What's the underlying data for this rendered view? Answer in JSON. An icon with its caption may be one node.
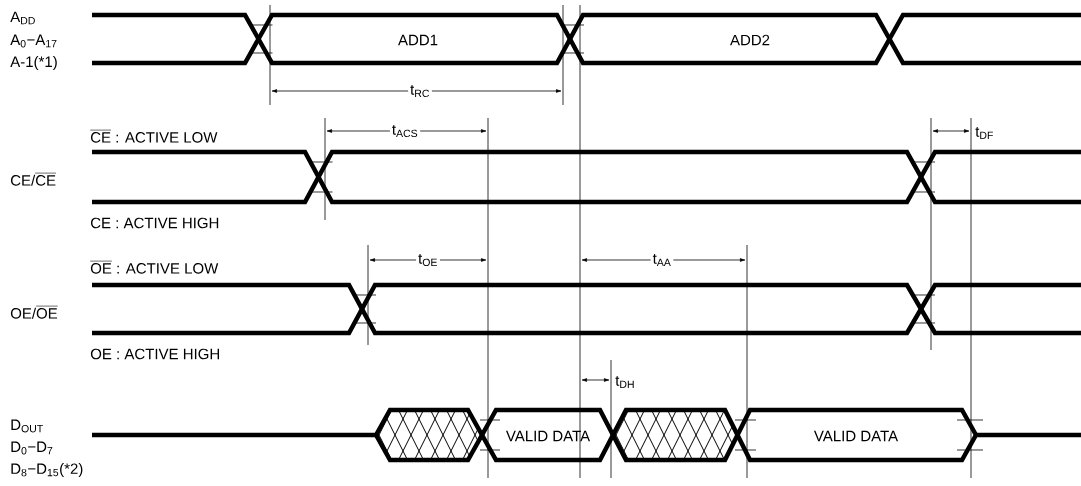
{
  "diagram": {
    "labels": [
      "A$_{DD}$",
      "A$_{0}$−A$_{17}$",
      "A-1(*1)",
      "ADD1",
      "ADD2",
      "t$_{RC}$",
      "\\overline{\\text{CE}}\\text{ : ACTIVE LOW}",
      "t$_{ACS}$",
      "t$_{DF}$",
      "\\text{CE/}\\overline{\\text{CE}}",
      "CE : ACTIVE HIGH",
      "\\overline{\\text{OE}}\\text{ : ACTIVE LOW}",
      "t$_{OE}$",
      "t$_{AA}$",
      "\\text{OE/}\\overline{\\text{OE}}",
      "OE : ACTIVE HIGH",
      "t$_{DH}$",
      "D$_{OUT}$",
      "D$_{0}$−D$_{7}$",
      "VALID DATA",
      "VALID DATA",
      "D$_{8}$−D$_{15}$(*2)"
    ]
  }
}
